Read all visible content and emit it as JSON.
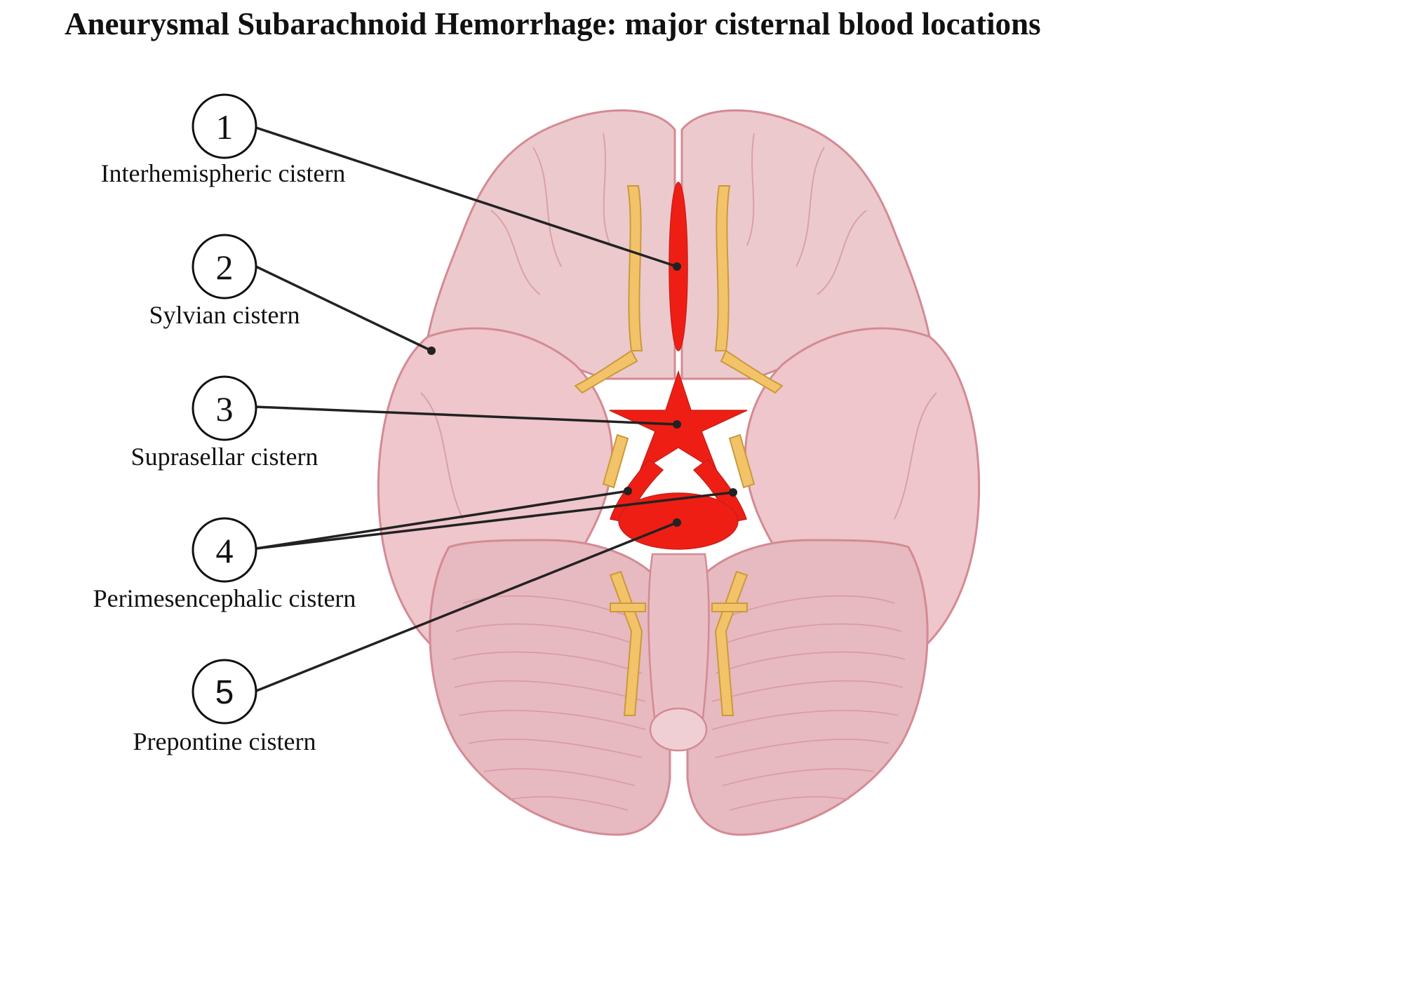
{
  "title": "Aneurysmal Subarachnoid Hemorrhage: major cisternal blood locations",
  "colors": {
    "brain_fill": "#ecc9cd",
    "brain_light": "#f5dfe1",
    "brain_outline": "#d48a93",
    "vessel": "#f3c369",
    "vessel_outline": "#c99a3a",
    "hemorrhage": "#ef1e14",
    "leader": "#222222"
  },
  "markers": [
    {
      "number": "1",
      "label": "Interhemispheric cistern"
    },
    {
      "number": "2",
      "label": "Sylvian cistern"
    },
    {
      "number": "3",
      "label": "Suprasellar cistern"
    },
    {
      "number": "4",
      "label": "Perimesencephalic cistern"
    },
    {
      "number": "5",
      "label": "Prepontine cistern"
    }
  ]
}
